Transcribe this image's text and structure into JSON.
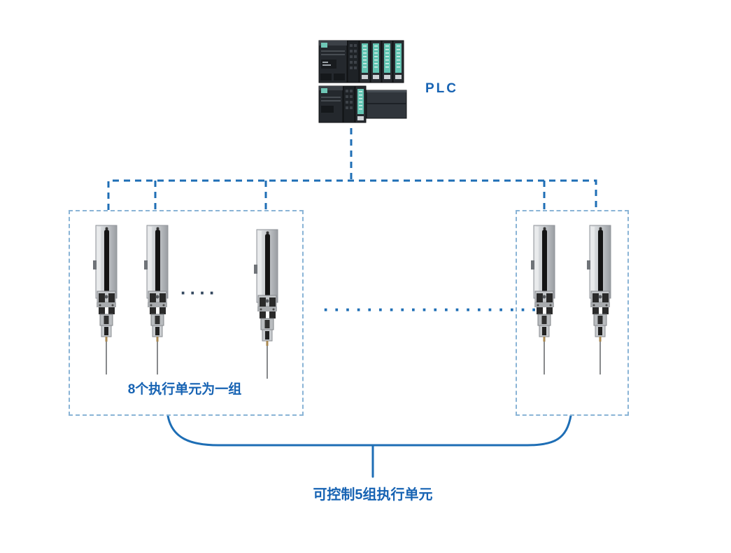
{
  "diagram": {
    "plc_label": "PLC",
    "group_box_label": "8个执行单元为一组",
    "capacity_label": "可控制5组执行单元",
    "inner_ellipsis": "····",
    "between_groups_ellipsis": "····················",
    "groups": [
      {
        "name": "left-group",
        "visible_units": 3
      },
      {
        "name": "right-group",
        "visible_units": 2
      }
    ],
    "colors": {
      "line_blue": "#1e6eb5",
      "box_border_blue": "#8ab4d6",
      "label_blue": "#1763b3",
      "ellipsis_dark": "#33475e"
    }
  }
}
